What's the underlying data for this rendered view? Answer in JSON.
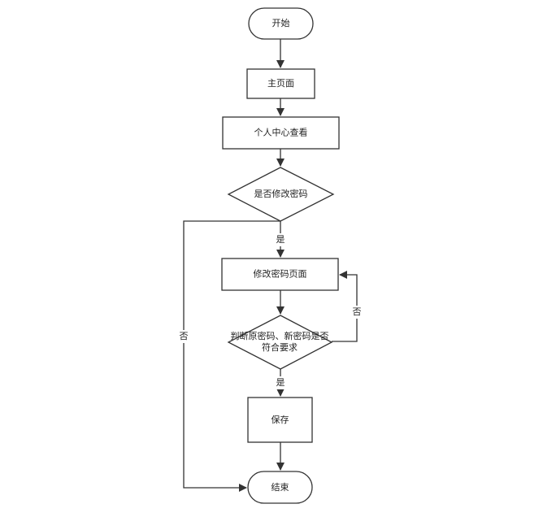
{
  "diagram": {
    "nodes": {
      "start": "开始",
      "home": "主页面",
      "profile": "个人中心查看",
      "change_decision": "是否修改密码",
      "change_page": "修改密码页面",
      "check_line1": "判断原密码、新密码是否",
      "check_line2": "符合要求",
      "save": "保存",
      "end": "结束"
    },
    "edge_labels": {
      "yes_change": "是",
      "no_change": "否",
      "yes_check": "是",
      "no_check": "否"
    }
  }
}
